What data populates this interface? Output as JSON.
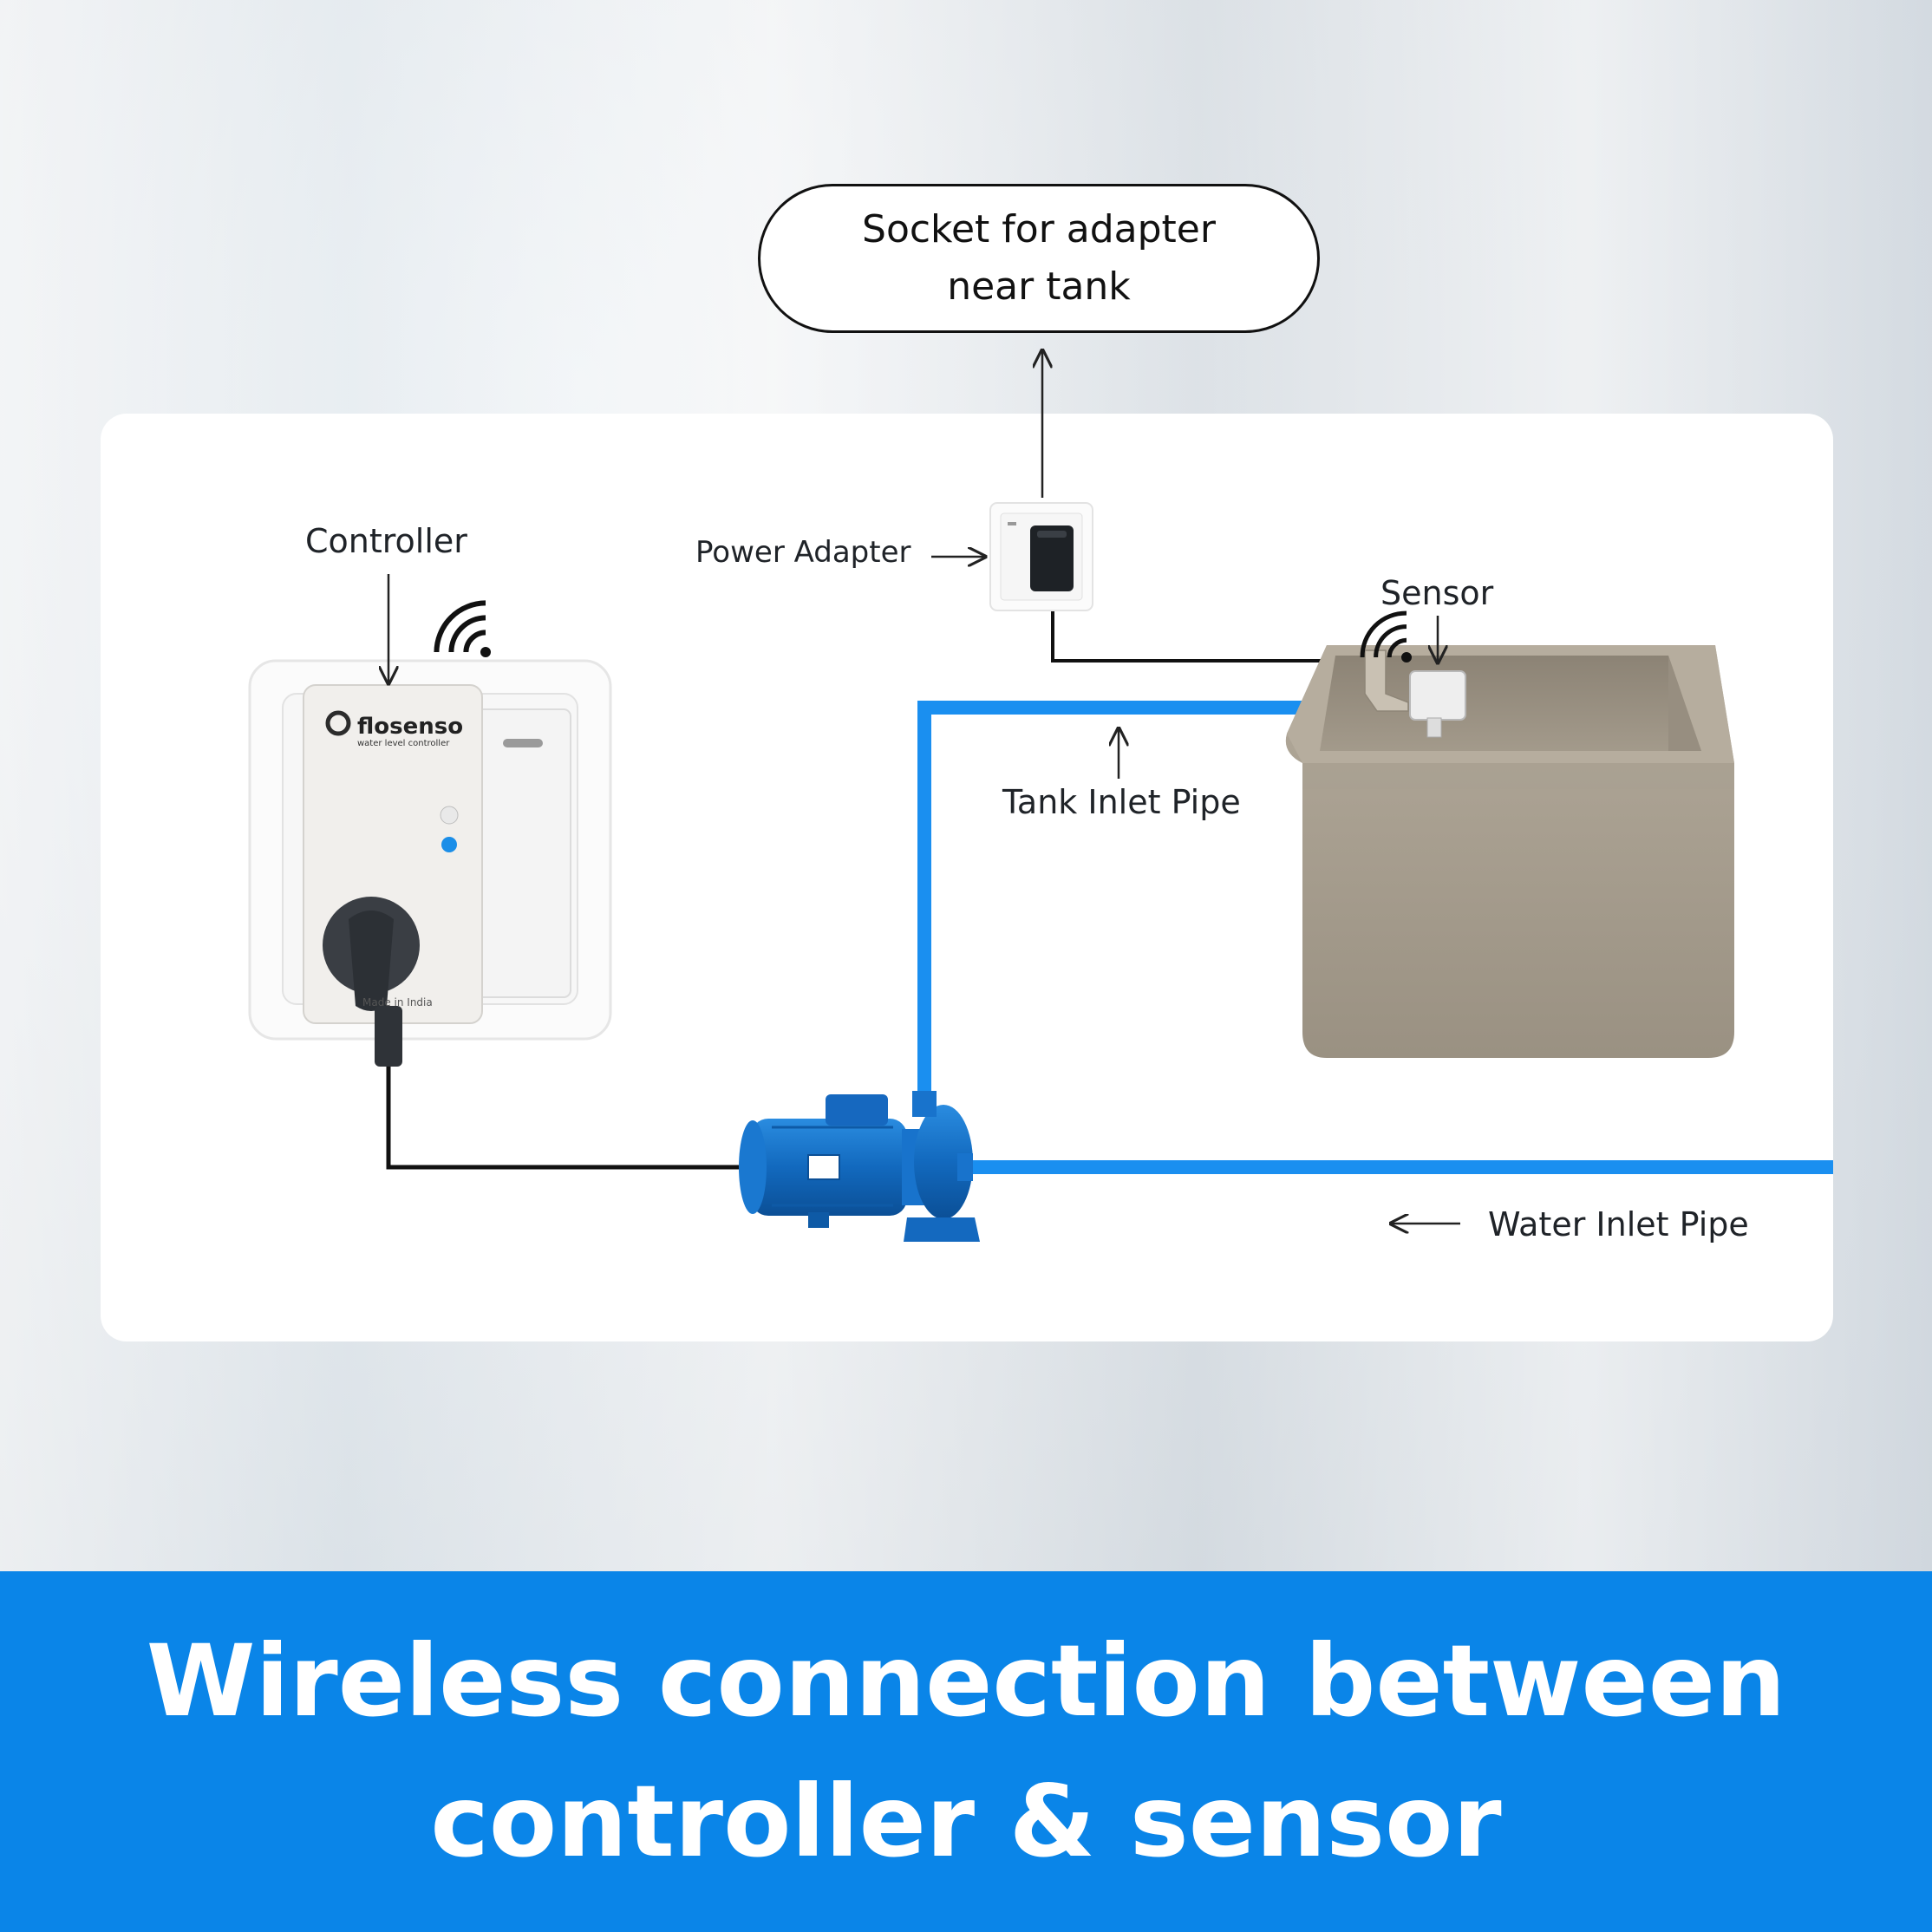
{
  "callout": {
    "line1": "Socket for adapter",
    "line2": "near tank"
  },
  "labels": {
    "controller": "Controller",
    "power_adapter": "Power Adapter",
    "sensor": "Sensor",
    "tank_inlet_pipe": "Tank Inlet Pipe",
    "water_inlet_pipe": "Water Inlet Pipe"
  },
  "device": {
    "brand": "flosenso",
    "subtitle": "water level controller",
    "footer": "Made in India"
  },
  "banner": {
    "line1": "Wireless connection between",
    "line2": "controller & sensor"
  },
  "colors": {
    "banner": "#0a85e8",
    "pipe": "#1a8ff0",
    "wire": "#111111",
    "tank": "#a59b8c",
    "pump": "#1476cf"
  }
}
